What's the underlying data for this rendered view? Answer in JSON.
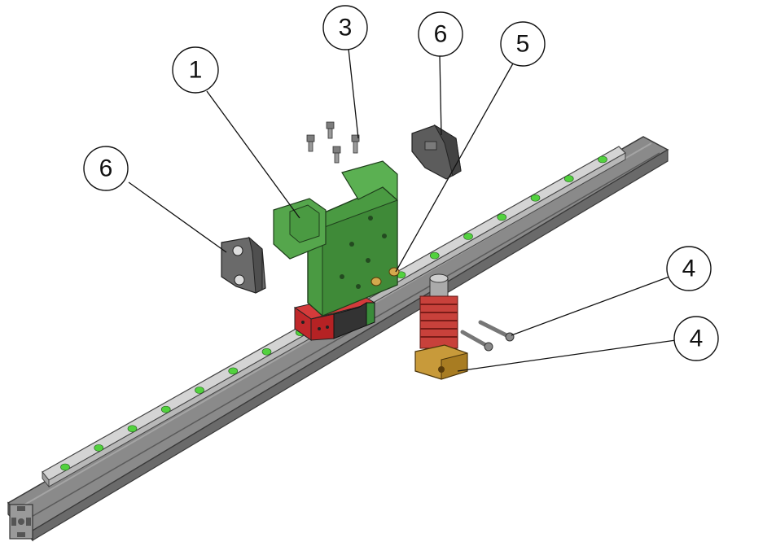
{
  "callouts": [
    {
      "id": "c1",
      "label": "1"
    },
    {
      "id": "c3",
      "label": "3"
    },
    {
      "id": "c6a",
      "label": "6"
    },
    {
      "id": "c5",
      "label": "5"
    },
    {
      "id": "c6b",
      "label": "6"
    },
    {
      "id": "c4a",
      "label": "4"
    },
    {
      "id": "c4b",
      "label": "4"
    }
  ],
  "colors": {
    "profile": "#7f7f7f",
    "rail": "#c8c8c8",
    "rail_holes": "#52d13e",
    "carriage": "#4a9a42",
    "carriage_block_red": "#c0282b",
    "heatsink": "#c8413b",
    "heater_block": "#c89a3a",
    "clip_grey": "#5f5f5f",
    "screws": "#8a8a8a"
  }
}
